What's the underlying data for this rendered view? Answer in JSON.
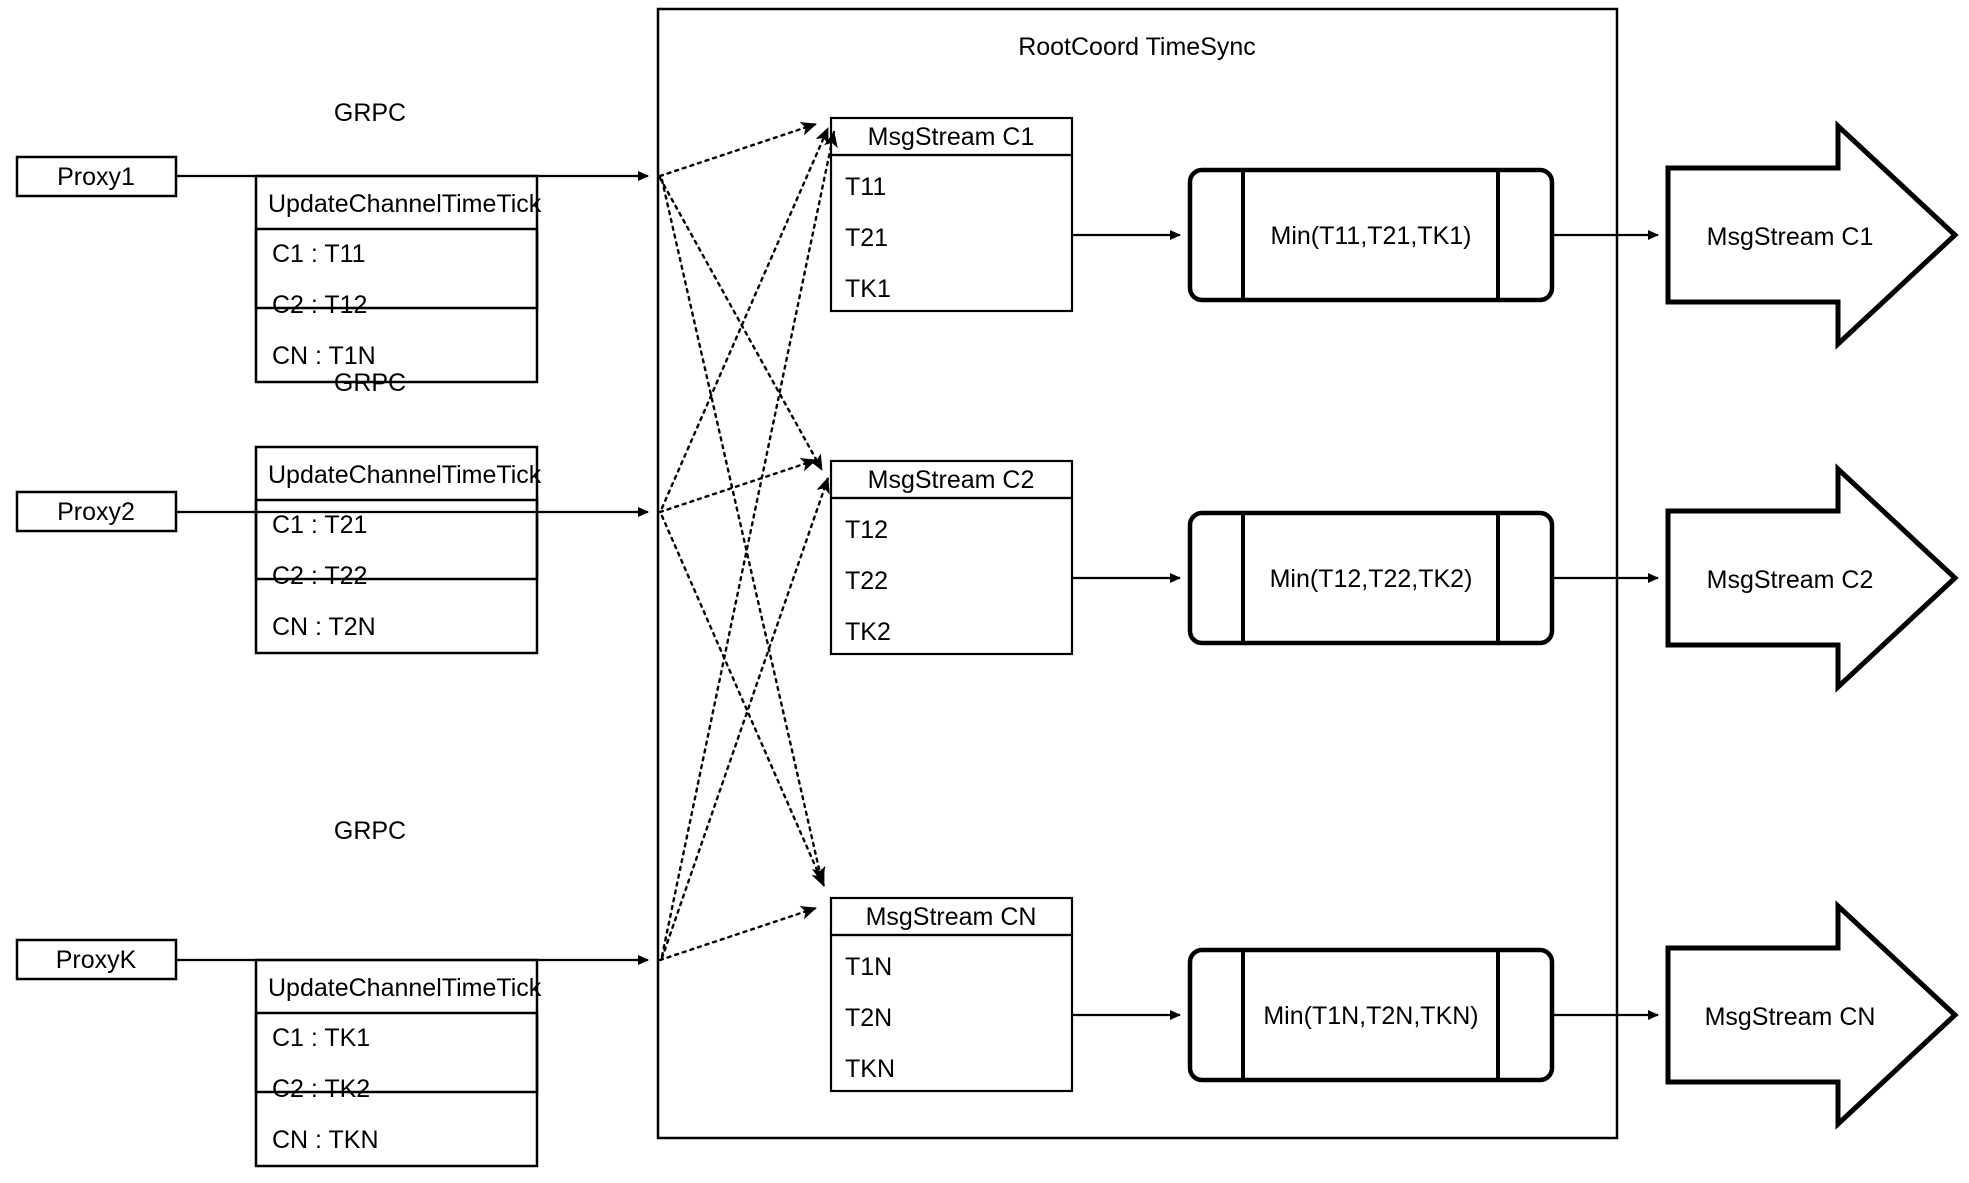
{
  "diagram": {
    "title": "RootCoord TimeSync",
    "container_label": "RootCoord TimeSync",
    "colors": {
      "stroke": "#000000",
      "background": "#ffffff",
      "text": "#000000"
    },
    "proxies": [
      {
        "name": "Proxy1",
        "link_label": "GRPC",
        "request_header": "UpdateChannelTimeTick",
        "rows": [
          "C1 :  T11",
          "C2 :  T12",
          "CN : T1N"
        ]
      },
      {
        "name": "Proxy2",
        "link_label": "GRPC",
        "request_header": "UpdateChannelTimeTick",
        "rows": [
          "C1 :  T21",
          "C2 :  T22",
          "CN : T2N"
        ]
      },
      {
        "name": "ProxyK",
        "link_label": "GRPC",
        "request_header": "UpdateChannelTimeTick",
        "rows": [
          "C1 :  TK1",
          "C2 :  TK2",
          "CN : TKN"
        ]
      }
    ],
    "channels": [
      {
        "stream_header": "MsgStream C1",
        "ticks": [
          "T11",
          "T21",
          "TK1"
        ],
        "min_label": "Min(T11,T21,TK1)",
        "output_label": "MsgStream C1"
      },
      {
        "stream_header": "MsgStream C2",
        "ticks": [
          "T12",
          "T22",
          "TK2"
        ],
        "min_label": "Min(T12,T22,TK2)",
        "output_label": "MsgStream C2"
      },
      {
        "stream_header": "MsgStream CN",
        "ticks": [
          "T1N",
          "T2N",
          "TKN"
        ],
        "min_label": "Min(T1N,T2N,TKN)",
        "output_label": "MsgStream CN"
      }
    ]
  }
}
